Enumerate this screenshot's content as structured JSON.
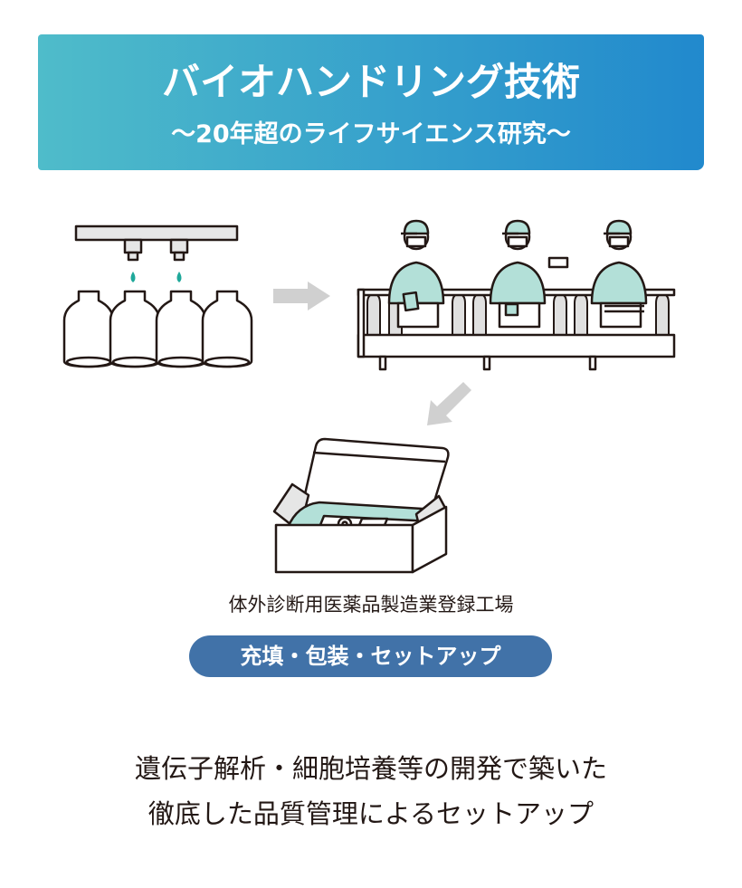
{
  "header": {
    "title": "バイオハンドリング技術",
    "subtitle": "〜20年超のライフサイエンス研究〜",
    "gradient_start": "#4fbcca",
    "gradient_end": "#2189cd"
  },
  "illustration": {
    "accent_fill": "#b3e0d8",
    "drop_color": "#1fa89a",
    "arrow_color": "#d0d0d0"
  },
  "caption": "体外診断用医薬品製造業登録工場",
  "pill": {
    "label": "充填・包装・セットアップ",
    "color": "#4172a8"
  },
  "body": {
    "line1": "遺伝子解析・細胞培養等の開発で築いた",
    "line2": "徹底した品質管理によるセットアップ"
  }
}
